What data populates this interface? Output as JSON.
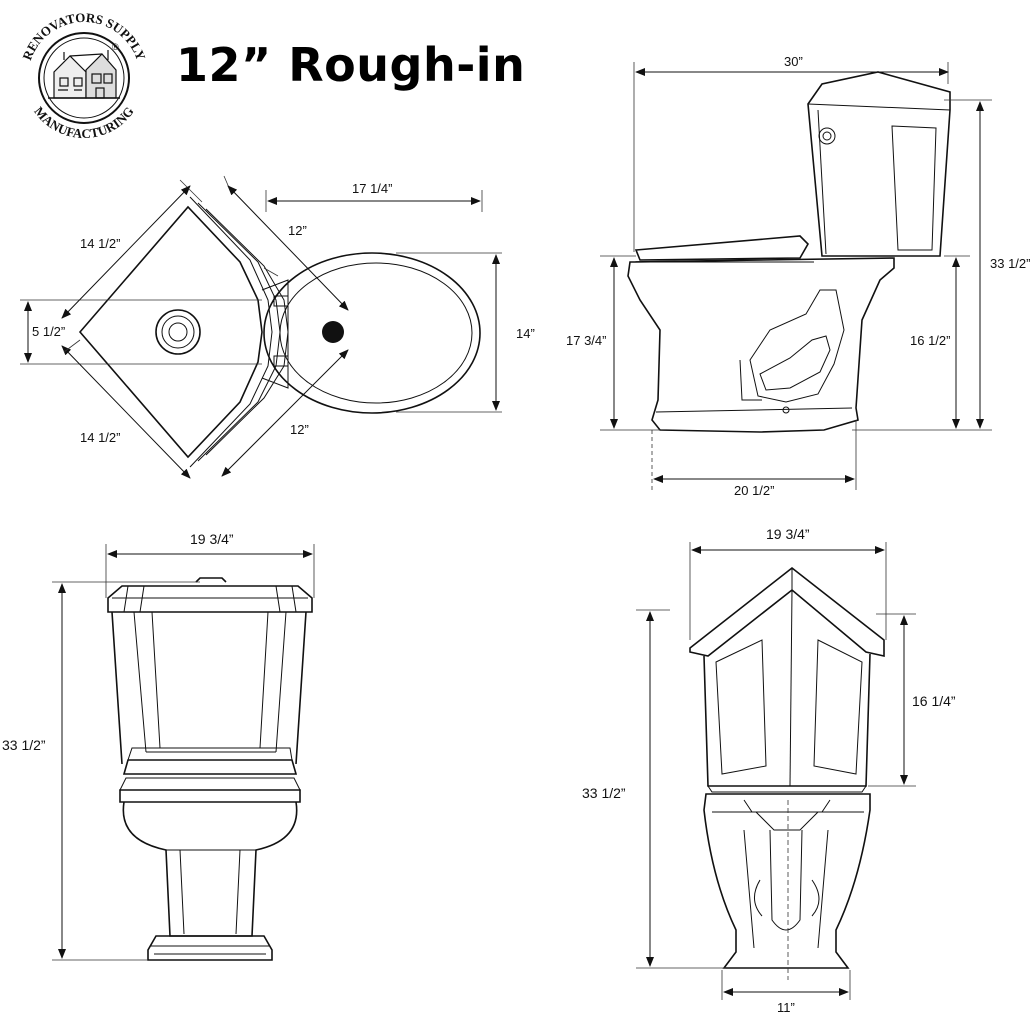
{
  "header": {
    "title": "12” Rough-in",
    "logo": {
      "arc_top": "RENOVATORS SUPPLY",
      "arc_bottom": "MANUFACTURING",
      "mark": "®"
    }
  },
  "top_view": {
    "dim_top": "17 1/4”",
    "dim_left_upper": "14 1/2”",
    "dim_left_lower": "14 1/2”",
    "dim_left_mid": "5 1/2”",
    "dim_diag_upper": "12”",
    "dim_diag_lower": "12”",
    "dim_right": "14”"
  },
  "side_view": {
    "dim_top": "30”",
    "dim_right_total": "33 1/2”",
    "dim_right_seat": "16 1/2”",
    "dim_left_seat": "17 3/4”",
    "dim_bottom": "20 1/2”"
  },
  "front_view": {
    "dim_top": "19 3/4”",
    "dim_left": "33 1/2”"
  },
  "back_view": {
    "dim_top": "19 3/4”",
    "dim_right": "16 1/4”",
    "dim_left": "33 1/2”",
    "dim_bottom": "11”"
  }
}
